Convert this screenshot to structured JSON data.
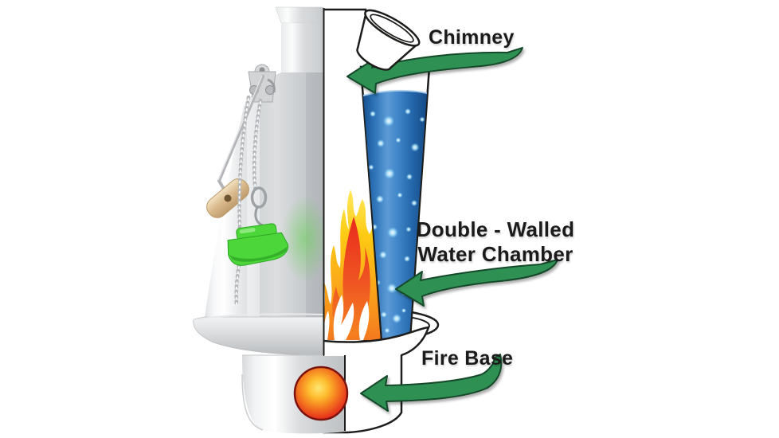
{
  "labels": {
    "chimney": "Chimney",
    "water_chamber_line1": "Double - Walled",
    "water_chamber_line2": "Water Chamber",
    "fire_base": "Fire Base"
  },
  "colors": {
    "arrow_green": "#2e9152",
    "arrow_outline": "#16482a",
    "water_blue_dark": "#17508f",
    "water_blue_light": "#5c9bd6",
    "flame_yellow": "#ffe95e",
    "flame_orange": "#f4791f",
    "flame_red": "#e92c1d",
    "ember_red": "#e2231a",
    "stopper_green": "#4cd63a",
    "outline_black": "#1d1d1b",
    "label_text": "#1b1b1b"
  },
  "icons": {
    "arrows": [
      "chimney-arrow-icon",
      "water-chamber-arrow-icon",
      "fire-base-arrow-icon"
    ]
  }
}
